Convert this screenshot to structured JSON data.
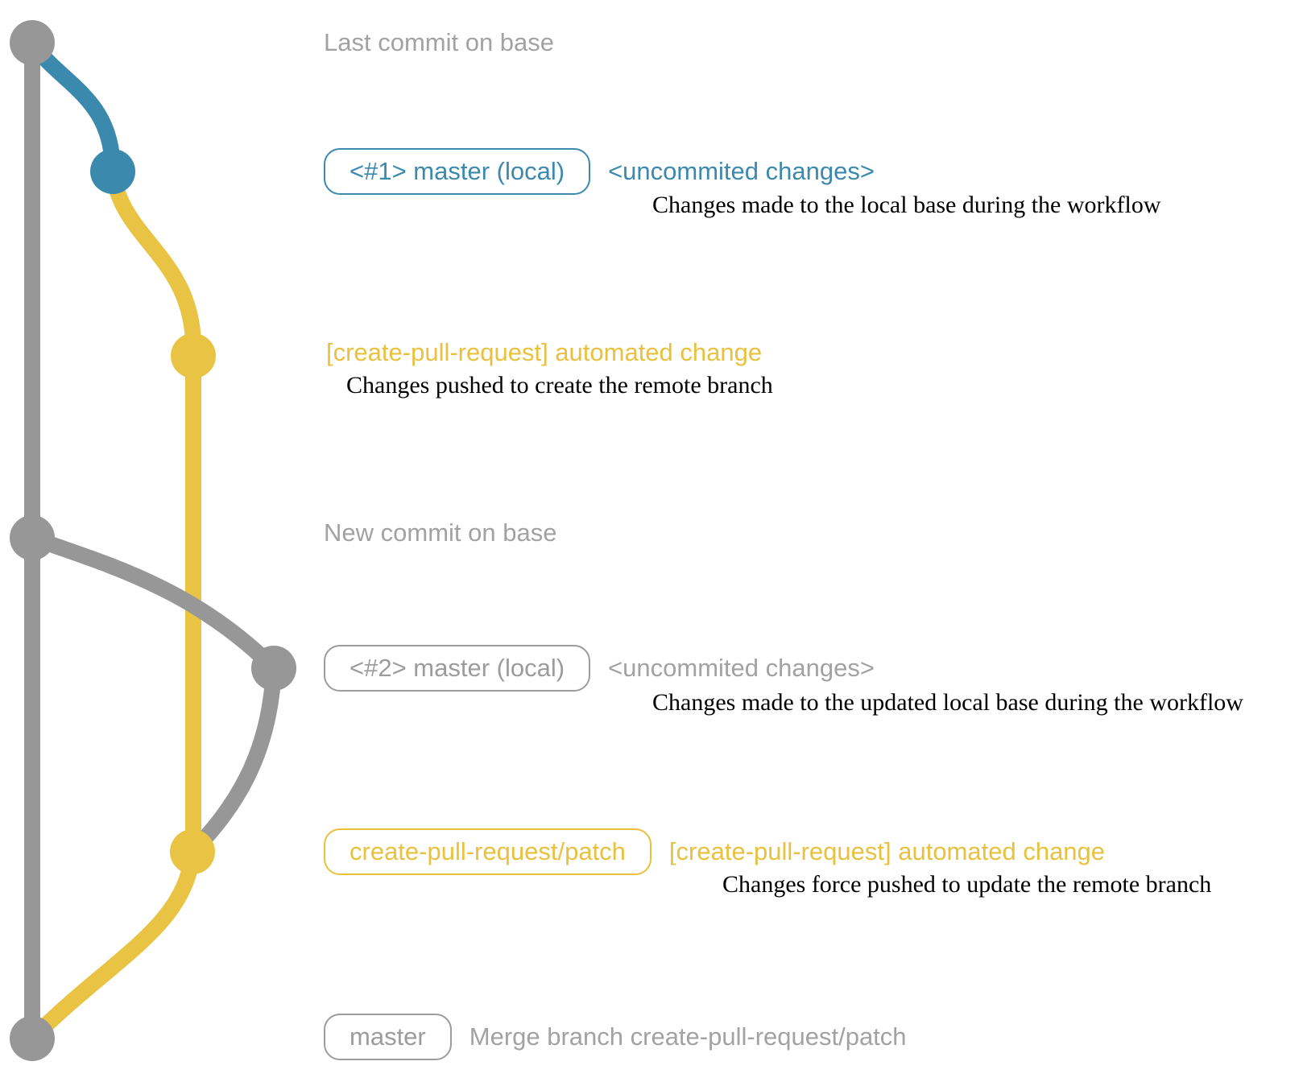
{
  "colors": {
    "base_gray": "#979797",
    "local_blue": "#3b8aae",
    "patch_yellow": "#e9c344",
    "label_gray": "#a2a2a2",
    "note_black": "#000000"
  },
  "graph": {
    "branches": [
      {
        "name": "base (master)",
        "color": "#979797"
      },
      {
        "name": "master (local)",
        "color": "#3b8aae"
      },
      {
        "name": "create-pull-request/patch",
        "color": "#e9c344"
      }
    ]
  },
  "rows": {
    "last_commit": {
      "text": "Last commit on base"
    },
    "uncommitted1": {
      "badge": "<#1> master (local)",
      "label": "<uncommited changes>",
      "note": "Changes made to the local base during the workflow"
    },
    "automated1": {
      "label": "[create-pull-request] automated change",
      "note": "Changes pushed to create the remote branch"
    },
    "new_commit": {
      "text": "New commit on base"
    },
    "uncommitted2": {
      "badge": "<#2> master (local)",
      "label": "<uncommited changes>",
      "note": "Changes made to the updated local base during the workflow"
    },
    "automated2": {
      "badge": "create-pull-request/patch",
      "label": "[create-pull-request] automated change",
      "note": "Changes force pushed to update the remote branch"
    },
    "merge": {
      "badge": "master",
      "label": "Merge branch create-pull-request/patch"
    }
  }
}
